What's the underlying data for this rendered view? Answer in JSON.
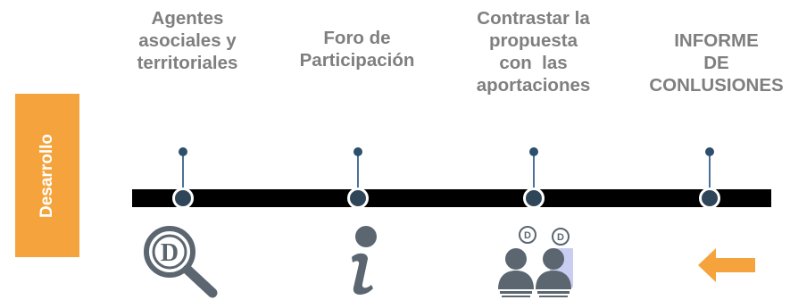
{
  "side_label": "Desarrollo",
  "stages": [
    {
      "label": "Agentes\nasociales y\nterritoriales",
      "icon": "magnifier-d-icon"
    },
    {
      "label": "Foro de\nParticipación",
      "icon": "info-icon"
    },
    {
      "label": "Contrastar la\npropuesta\ncon  las\naportaciones",
      "icon": "people-discussion-icon"
    },
    {
      "label": "INFORME\nDE\nCONLUSIONES",
      "icon": "arrow-left-icon"
    }
  ],
  "colors": {
    "accent": "#f5a33c",
    "heading": "#7f7f7f",
    "timeline": "#000000",
    "node": "#2f4658",
    "icon": "#5b6670"
  }
}
